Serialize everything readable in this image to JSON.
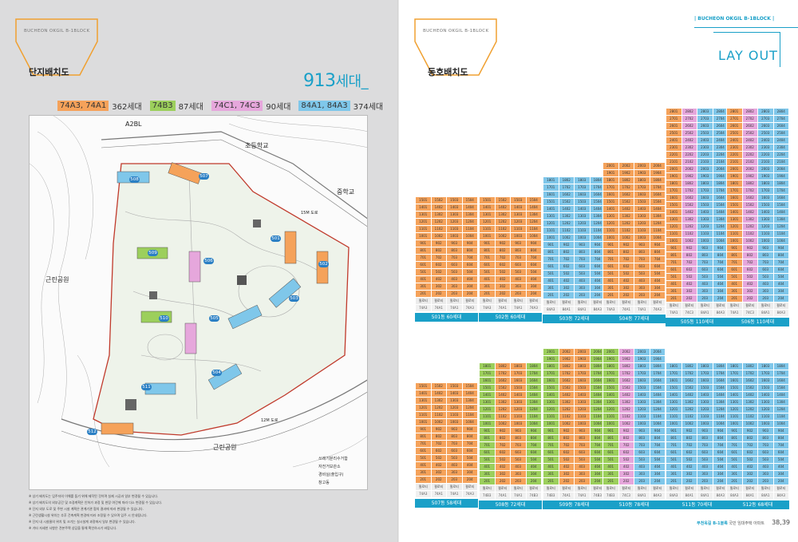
{
  "colors": {
    "orange": "#f5a25a",
    "green": "#9ccf5c",
    "pink": "#e6a7dc",
    "blue": "#7fc7ea",
    "accent": "#1aa0c8",
    "tagOrange": "#f0a030"
  },
  "left": {
    "block_tag": "BUCHEON OKGIL B-1BLOCK",
    "title": "단지배치도",
    "total": "913",
    "total_unit": "세대_",
    "legend": [
      {
        "label": "74A3, 74A1",
        "count": "362세대",
        "color": "orange"
      },
      {
        "label": "74B3",
        "count": "87세대",
        "color": "green"
      },
      {
        "label": "74C1, 74C3",
        "count": "90세대",
        "color": "pink"
      },
      {
        "label": "84A1, 84A3",
        "count": "374세대",
        "color": "blue"
      }
    ],
    "map_labels": {
      "a2bl": "A2BL",
      "elementary": "초등학교",
      "middle": "중학교",
      "park_left": "근린공원",
      "park_bottom": "근린공원",
      "road15": "15M 도로",
      "road12": "12M 도로"
    },
    "map_blocks": [
      "508",
      "507",
      "501",
      "509",
      "502",
      "506",
      "503",
      "505",
      "510",
      "504",
      "511",
      "512"
    ],
    "map_legend": [
      "쓰레기분리수거함",
      "자전거보관소",
      "경비실(출입구)",
      "창고동"
    ],
    "notes": [
      "※ 상기 배치도는 입주자의 이해를 돕기 위해 제작된 것이며 실제 시공과 일부 변경될 수 있습니다.",
      "※ 상기 배치도의 외부공간 및 조경계획은 인허가 과정 및 현장 여건에 따라 다소 변경될 수 있습니다.",
      "※ 단지 외부 도로 및 주변 시설 계획은 관계기관 협의 결과에 따라 변경될 수 있습니다.",
      "※ 근린생활시설 위치는 추후 건축계획 변경에 따라 조정될 수 있으며 입주 시 안내됩니다.",
      "※ 단지 내 시설물의 위치 및 크기는 실시설계 과정에서 일부 변경될 수 있습니다.",
      "※ 기타 자세한 사항은 견본주택 상담을 통해 확인하시기 바랍니다."
    ]
  },
  "right": {
    "block_tag": "BUCHEON OKGIL B-1BLOCK",
    "title": "동호배치도",
    "header": "| BUCHEON OKGIL B-1BLOCK |",
    "layout": "LAY OUT",
    "buildings": [
      {
        "name": "501동 60세대",
        "floors": 15,
        "colors": [
          "orange",
          "orange",
          "orange",
          "orange"
        ],
        "types": [
          "74A3",
          "74A1",
          "74A1",
          "74A3"
        ]
      },
      {
        "name": "502동 60세대",
        "floors": 15,
        "colors": [
          "orange",
          "orange",
          "orange",
          "orange"
        ],
        "types": [
          "74A3",
          "74A1",
          "74A1",
          "74A3"
        ]
      },
      {
        "name": "503동 72세대",
        "floors": 18,
        "colors": [
          "blue",
          "blue",
          "blue",
          "blue"
        ],
        "types": [
          "84A3",
          "84A1",
          "84A1",
          "84A3"
        ]
      },
      {
        "name": "504동 77세대",
        "floors": 20,
        "colors": [
          "orange",
          "orange",
          "orange",
          "orange"
        ],
        "types": [
          "74A3",
          "74A1",
          "74A1",
          "74A3"
        ]
      },
      {
        "name": "505동 110세대",
        "floors": 28,
        "colors": [
          "orange",
          "pink",
          "blue",
          "blue"
        ],
        "types": [
          "74A1",
          "74C3",
          "84A1",
          "84A3"
        ]
      },
      {
        "name": "506동 110세대",
        "floors": 28,
        "colors": [
          "orange",
          "pink",
          "blue",
          "blue"
        ],
        "types": [
          "74A1",
          "74C3",
          "84A1",
          "84A3"
        ]
      },
      {
        "name": "507동 58세대",
        "floors": 15,
        "colors": [
          "orange",
          "orange",
          "orange",
          "orange"
        ],
        "types": [
          "74A3",
          "74A1",
          "74A1",
          "74A3"
        ]
      },
      {
        "name": "508동 72세대",
        "floors": 18,
        "colors": [
          "green",
          "orange",
          "orange",
          "green"
        ],
        "types": [
          "74B3",
          "74A1",
          "74A1",
          "74B3"
        ]
      },
      {
        "name": "509동 78세대",
        "floors": 20,
        "colors": [
          "green",
          "orange",
          "orange",
          "green"
        ],
        "types": [
          "74B3",
          "74A1",
          "74A1",
          "74B3"
        ]
      },
      {
        "name": "510동 78세대",
        "floors": 20,
        "colors": [
          "green",
          "pink",
          "blue",
          "blue"
        ],
        "types": [
          "74B3",
          "74C3",
          "84A1",
          "84A3"
        ]
      },
      {
        "name": "511동 70세대",
        "floors": 18,
        "colors": [
          "blue",
          "blue",
          "blue",
          "blue"
        ],
        "types": [
          "84A3",
          "84A1",
          "84A1",
          "84A3"
        ]
      },
      {
        "name": "512동 68세대",
        "floors": 18,
        "colors": [
          "blue",
          "blue",
          "blue",
          "blue"
        ],
        "types": [
          "84A3",
          "84A1",
          "84A1",
          "84A3"
        ]
      }
    ],
    "footer_brand": "부천옥길 B-1블록",
    "footer_sub": "국민 임대주택 아파트",
    "pages": "38,39"
  }
}
